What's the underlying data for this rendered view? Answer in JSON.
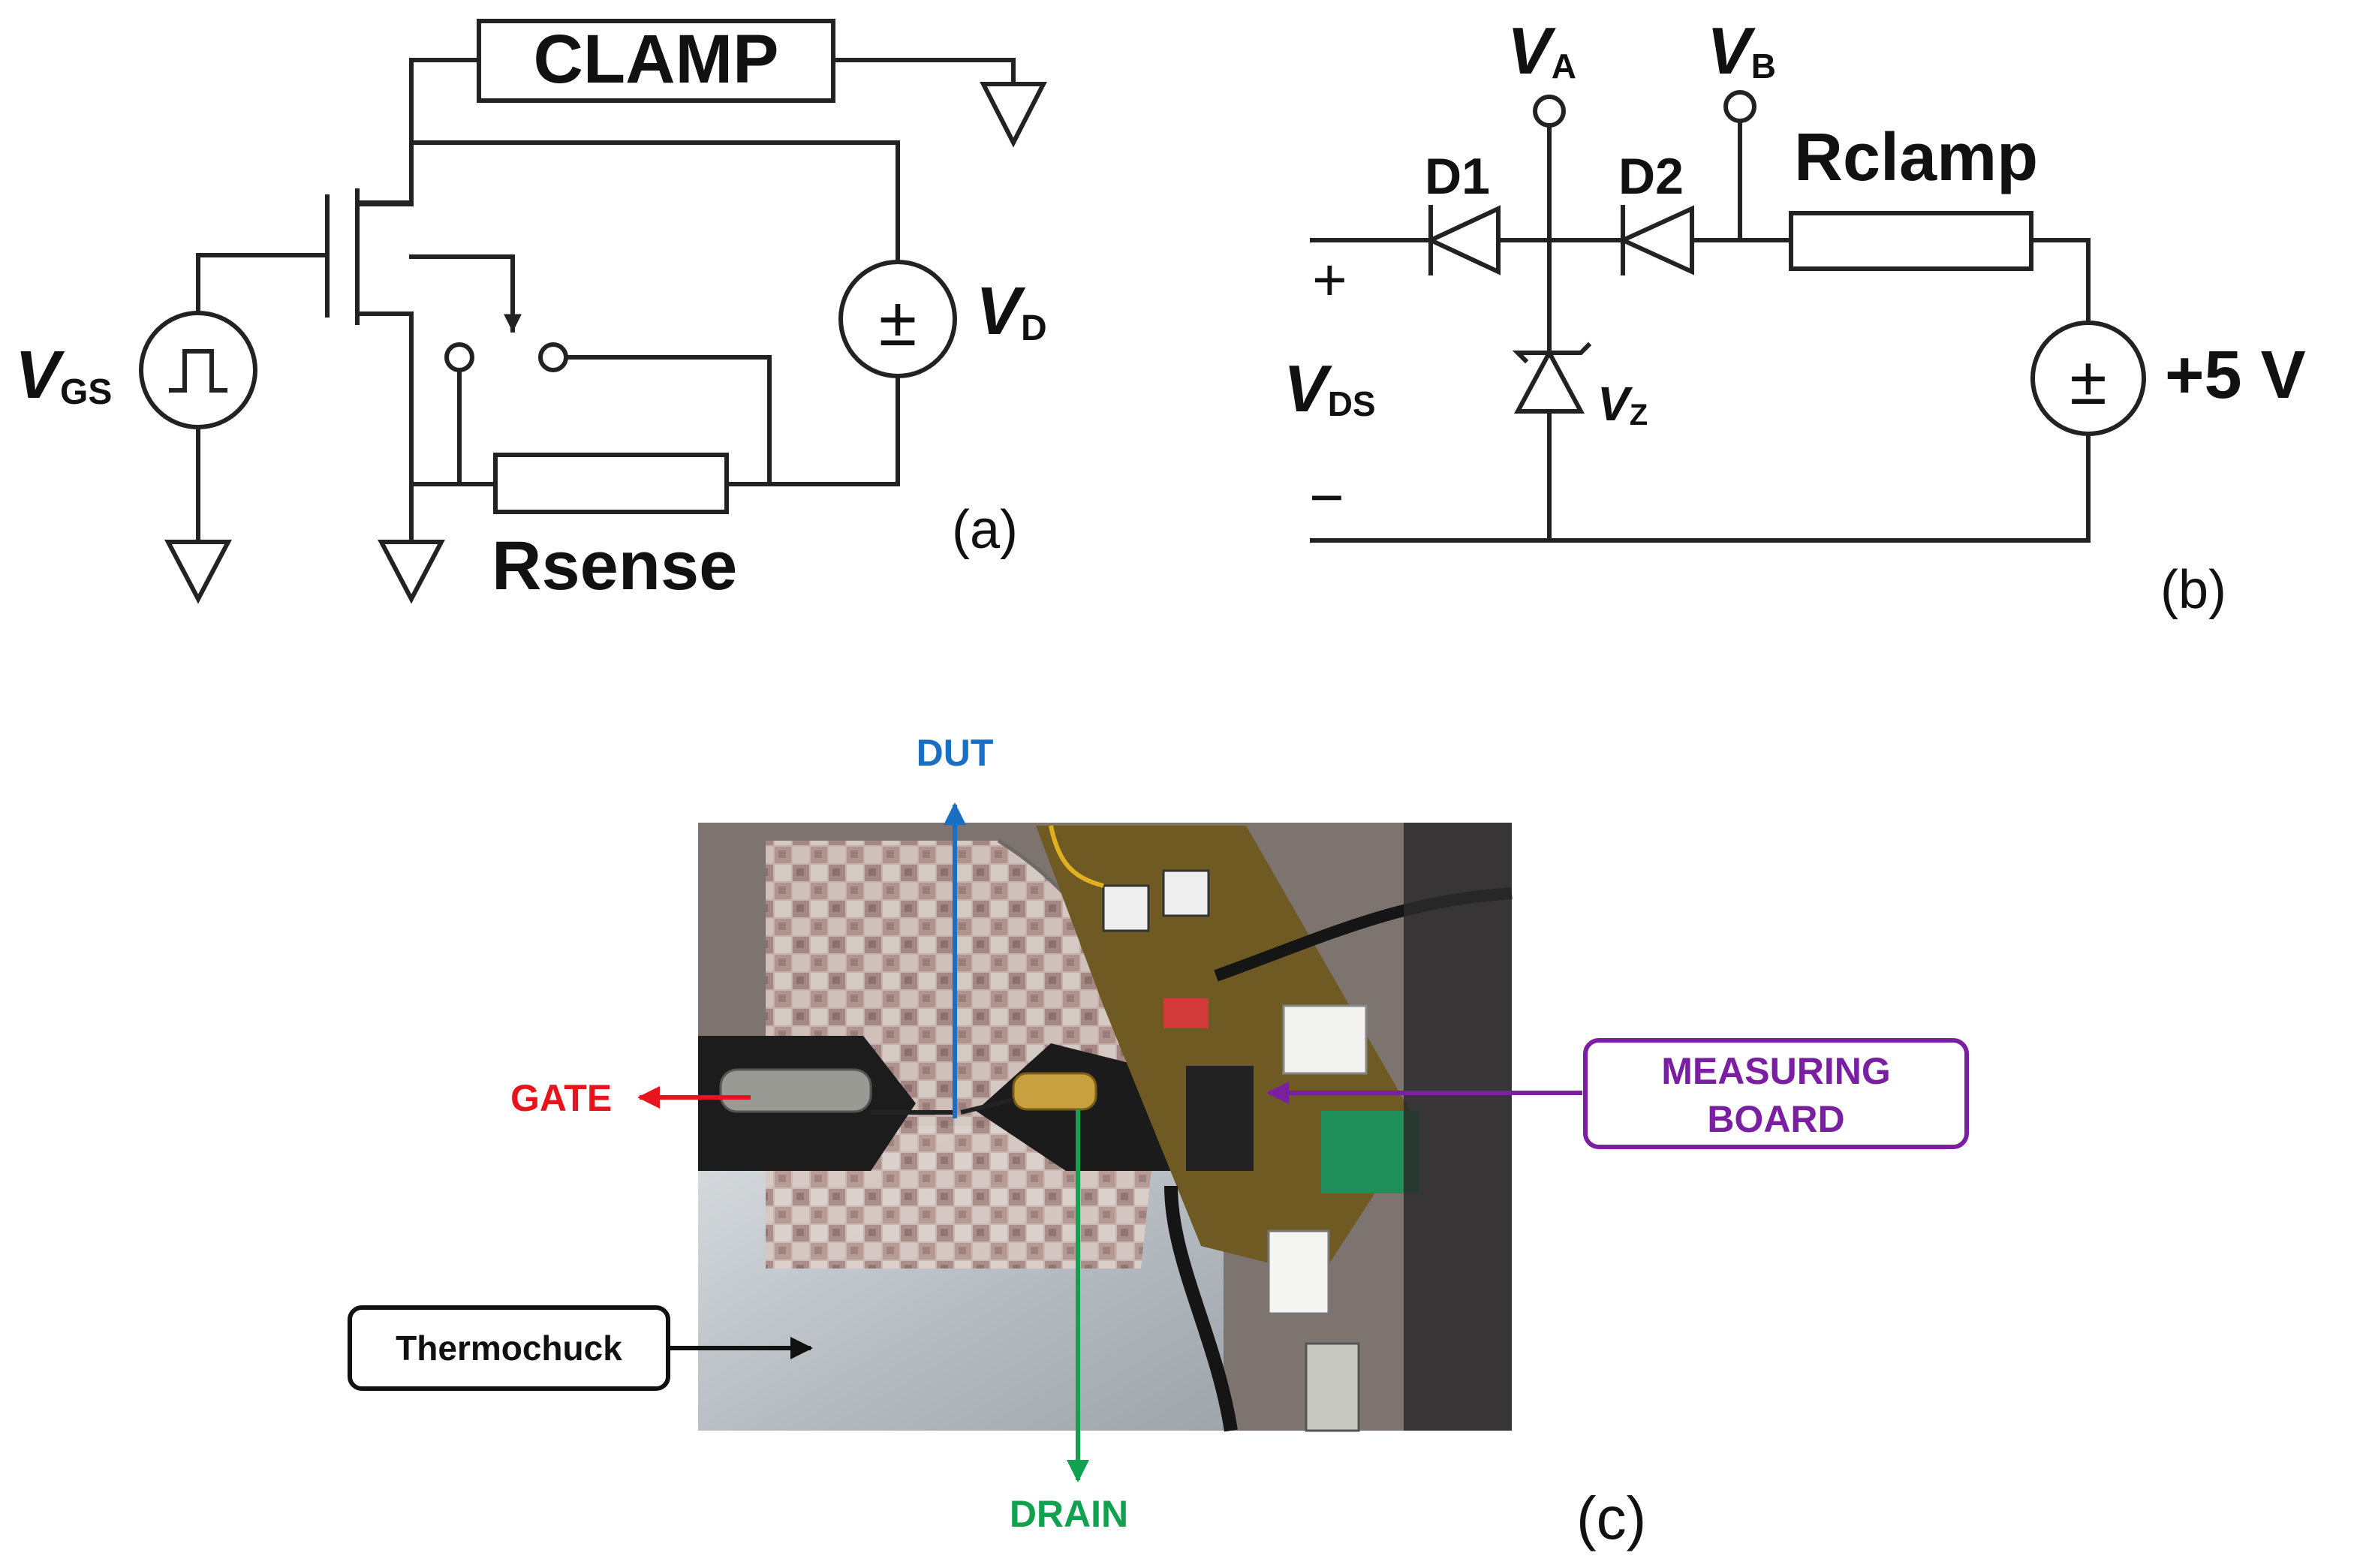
{
  "panel_a": {
    "clamp_label": "CLAMP",
    "vgs_main": "V",
    "vgs_sub": "GS",
    "vd_main": "V",
    "vd_sub": "D",
    "rsense_label": "Rsense",
    "source_symbol": "±",
    "panel_label": "(a)"
  },
  "panel_b": {
    "va_main": "V",
    "va_sub": "A",
    "vb_main": "V",
    "vb_sub": "B",
    "d1_label": "D1",
    "d2_label": "D2",
    "rclamp_label": "Rclamp",
    "plus_sign": "+",
    "minus_sign": "−",
    "vds_main": "V",
    "vds_sub": "DS",
    "vz_main": "V",
    "vz_sub": "Z",
    "supply_label": "+5 V",
    "source_symbol": "±",
    "panel_label": "(b)"
  },
  "panel_c": {
    "dut_label": "DUT",
    "gate_label": "GATE",
    "drain_label": "DRAIN",
    "measuring_line1": "MEASURING",
    "measuring_line2": "BOARD",
    "thermochuck_label": "Thermochuck",
    "panel_label": "(c)"
  },
  "colors": {
    "dut": "#1a6fc4",
    "gate": "#e8141c",
    "drain": "#12a14f",
    "measuring": "#7a1fa2",
    "thermochuck": "#111111"
  }
}
